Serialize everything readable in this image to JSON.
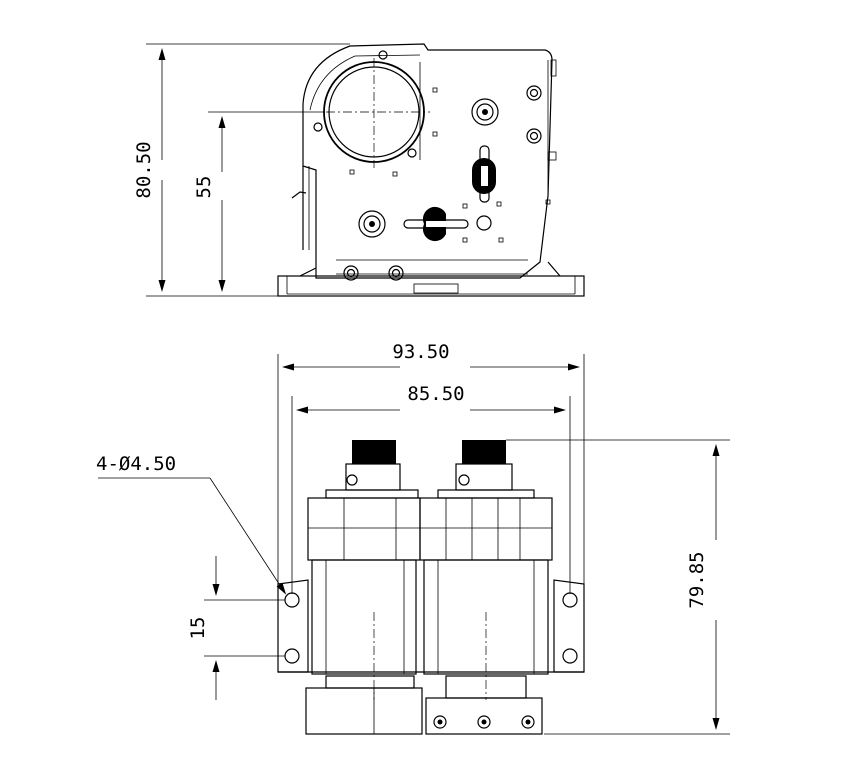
{
  "drawing": {
    "top_view": {
      "height_total": "80.50",
      "height_axis": "55"
    },
    "front_view": {
      "width_outer": "93.50",
      "width_holes": "85.50",
      "hole_callout": "4-Ø4.50",
      "height_total": "79.85",
      "hole_pitch": "15"
    }
  }
}
